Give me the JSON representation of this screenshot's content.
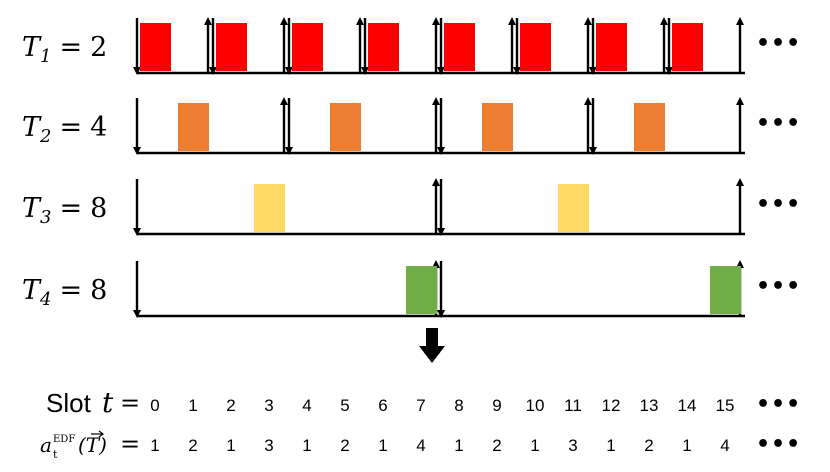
{
  "tasks": [
    {
      "symbol": "T",
      "subscript": "1",
      "equals": "=",
      "period_label": "2",
      "period": 2,
      "color": "#ff0000",
      "slots": [
        0,
        2,
        4,
        6,
        8,
        10,
        12,
        14
      ]
    },
    {
      "symbol": "T",
      "subscript": "2",
      "equals": "=",
      "period_label": "4",
      "period": 4,
      "color": "#ed7d31",
      "slots": [
        1,
        5,
        9,
        13
      ]
    },
    {
      "symbol": "T",
      "subscript": "3",
      "equals": "=",
      "period_label": "8",
      "period": 8,
      "color": "#ffd966",
      "slots": [
        3,
        11
      ]
    },
    {
      "symbol": "T",
      "subscript": "4",
      "equals": "=",
      "period_label": "8",
      "period": 8,
      "color": "#70ad47",
      "slots": [
        7,
        15
      ]
    }
  ],
  "ellipsis": "•••",
  "slot_row": {
    "word": "Slot",
    "var": "t",
    "equals": "=",
    "values": [
      "0",
      "1",
      "2",
      "3",
      "4",
      "5",
      "6",
      "7",
      "8",
      "9",
      "10",
      "11",
      "12",
      "13",
      "14",
      "15"
    ]
  },
  "edf_row": {
    "var": "a",
    "sub": "t",
    "sup": "EDF",
    "arg": "(T)",
    "equals": "=",
    "values": [
      "1",
      "2",
      "1",
      "3",
      "1",
      "2",
      "1",
      "4",
      "1",
      "2",
      "1",
      "3",
      "1",
      "2",
      "1",
      "4"
    ]
  },
  "num_slots": 16
}
